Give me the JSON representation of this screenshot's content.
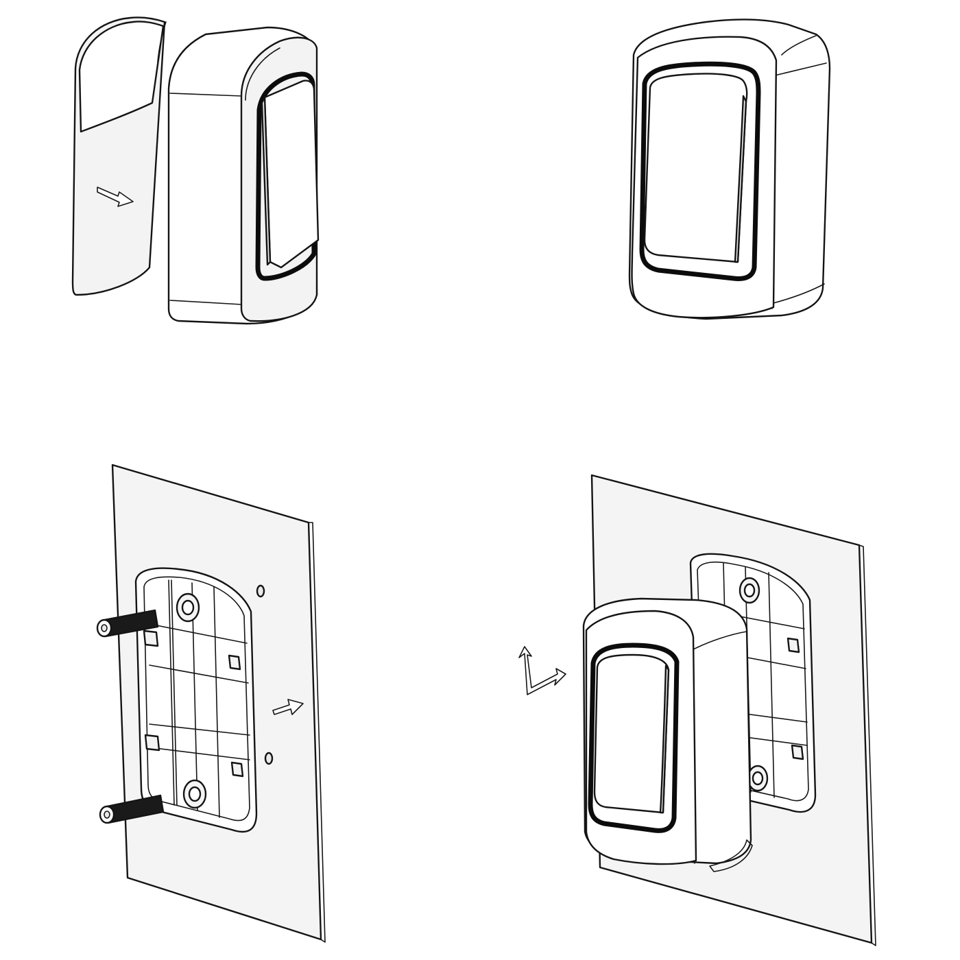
{
  "colors": {
    "line": "#141414",
    "body_fill": "#ffffff",
    "shade_fill": "#f3f3f3",
    "wall_fill": "#f4f4f4",
    "rocker_rim": "#0c0c0c"
  },
  "steps": [
    {
      "icon": "peel-adhesive-backing-illustration"
    },
    {
      "icon": "assembled-rocker-switch-illustration"
    },
    {
      "icon": "screw-backplate-to-wall-illustration"
    },
    {
      "icon": "clip-switch-onto-backplate-illustration"
    }
  ],
  "arrows": [
    {
      "icon": "peel-direction-arrow-icon"
    },
    {
      "icon": "push-to-wall-arrow-icon"
    },
    {
      "icon": "press-and-slide-arrow-icon"
    }
  ]
}
